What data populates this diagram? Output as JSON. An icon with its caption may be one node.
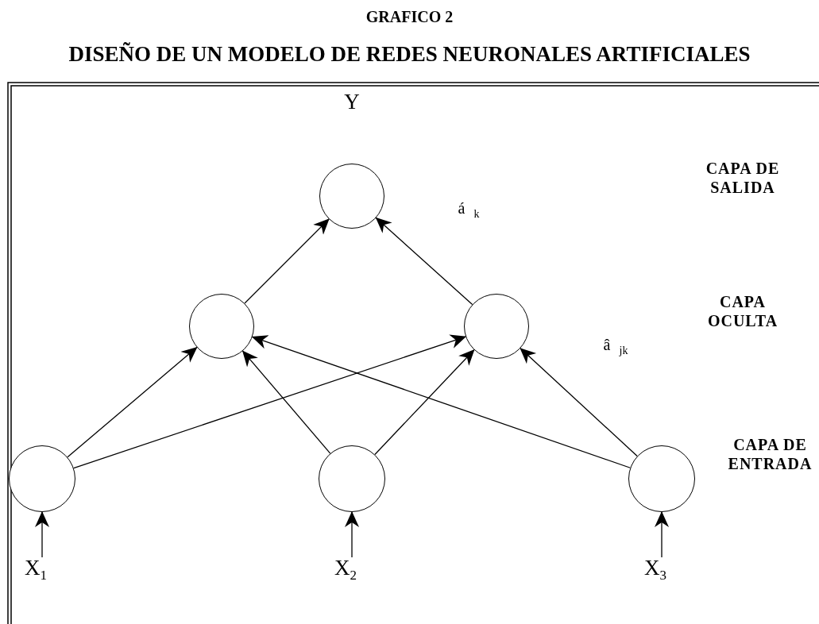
{
  "diagram": {
    "title": "GRAFICO 2",
    "nodes": [
      {
        "text": [],
        "shape": "circle"
      },
      {
        "text": [],
        "shape": "circle"
      },
      {
        "text": [],
        "shape": "circle"
      },
      {
        "text": [],
        "shape": "circle"
      },
      {
        "text": [],
        "shape": "circle"
      },
      {
        "text": [],
        "shape": "circle"
      },
      {
        "text": [
          "X$_{1}$"
        ]
      },
      {
        "text": [
          "X$_{2}$"
        ]
      },
      {
        "text": [
          "X$_{3}$"
        ]
      }
    ],
    "edges": [
      {
        "from": 1,
        "to": 0,
        "arrow": "to"
      },
      {
        "from": 2,
        "to": 0,
        "arrow": "to"
      },
      {
        "from": 3,
        "to": 1,
        "arrow": "to"
      },
      {
        "from": 3,
        "to": 2,
        "arrow": "to"
      },
      {
        "from": 4,
        "to": 1,
        "arrow": "to"
      },
      {
        "from": 4,
        "to": 2,
        "arrow": "to"
      },
      {
        "from": 5,
        "to": 1,
        "arrow": "to"
      },
      {
        "from": 5,
        "to": 2,
        "arrow": "to"
      },
      {
        "from": 6,
        "to": 3,
        "arrow": "to"
      },
      {
        "from": 7,
        "to": 4,
        "arrow": "to"
      },
      {
        "from": 8,
        "to": 5,
        "arrow": "to"
      }
    ],
    "labels": [
      "DISEÑO DE UN MODELO DE REDES NEURONALES ARTIFICIALES",
      "Y",
      "CAPA DE SALIDA",
      "á $_{k}$",
      "CAPA OCULTA",
      "â $_{jk}$",
      "CAPA DE ENTRADA"
    ]
  }
}
